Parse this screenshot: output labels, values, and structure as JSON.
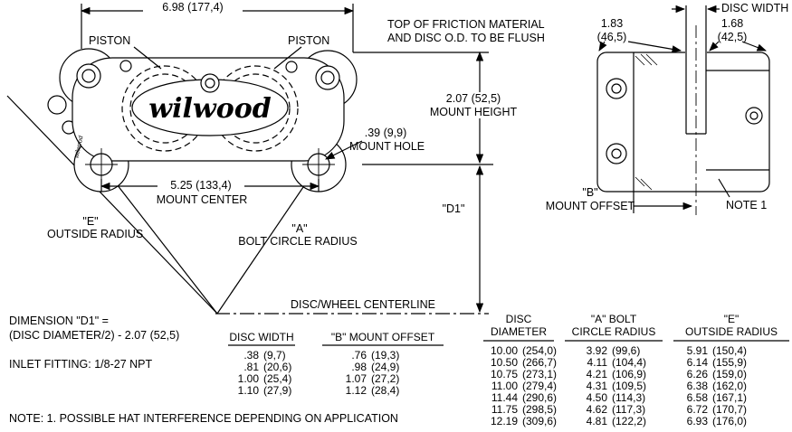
{
  "front_view": {
    "dim_overall": "6.98 (177,4)",
    "piston_left": "PISTON",
    "piston_right": "PISTON",
    "logo": "wilwood",
    "logo_small": "wilwood",
    "mount_center_value": "5.25 (133,4)",
    "mount_center_label": "MOUNT CENTER",
    "mount_hole_value": ".39 (9,9)",
    "mount_hole_label": "MOUNT HOLE",
    "e_ref": "\"E\"",
    "e_label": "OUTSIDE RADIUS",
    "a_ref": "\"A\"",
    "a_label": "BOLT CIRCLE RADIUS"
  },
  "center_annotations": {
    "flush_line1": "TOP OF FRICTION MATERIAL",
    "flush_line2": "AND DISC O.D. TO BE FLUSH",
    "mount_height_value": "2.07 (52,5)",
    "mount_height_label": "MOUNT HEIGHT",
    "d1_ref": "\"D1\"",
    "centerline": "DISC/WHEEL CENTERLINE"
  },
  "side_view": {
    "disc_width": "DISC WIDTH",
    "dim_left_value": "1.83",
    "dim_left_metric": "(46,5)",
    "dim_right_value": "1.68",
    "dim_right_metric": "(42,5)",
    "note1": "NOTE 1",
    "b_ref": "\"B\"",
    "b_label": "MOUNT OFFSET"
  },
  "notes": {
    "d1_line1": "DIMENSION \"D1\" =",
    "d1_line2": "(DISC DIAMETER/2) - 2.07 (52,5)",
    "inlet": "INLET FITTING: 1/8-27 NPT",
    "note1": "NOTE: 1. POSSIBLE HAT INTERFERENCE DEPENDING ON APPLICATION"
  },
  "offset_table": {
    "header_col1": "DISC WIDTH",
    "header_col2": "\"B\" MOUNT OFFSET",
    "rows": [
      [
        ".38",
        "(9,7)",
        ".76",
        "(19,3)"
      ],
      [
        ".81",
        "(20,6)",
        ".98",
        "(24,9)"
      ],
      [
        "1.00",
        "(25,4)",
        "1.07",
        "(27,2)"
      ],
      [
        "1.10",
        "(27,9)",
        "1.12",
        "(28,4)"
      ]
    ]
  },
  "radius_table": {
    "header_col1_line1": "DISC",
    "header_col1_line2": "DIAMETER",
    "header_col2_line1": "\"A\" BOLT",
    "header_col2_line2": "CIRCLE RADIUS",
    "header_col3_line1": "\"E\"",
    "header_col3_line2": "OUTSIDE RADIUS",
    "rows": [
      [
        "10.00",
        "(254,0)",
        "3.92",
        "(99,6)",
        "5.91",
        "(150,4)"
      ],
      [
        "10.50",
        "(266,7)",
        "4.11",
        "(104,4)",
        "6.14",
        "(155,9)"
      ],
      [
        "10.75",
        "(273,1)",
        "4.21",
        "(106,9)",
        "6.26",
        "(159,0)"
      ],
      [
        "11.00",
        "(279,4)",
        "4.31",
        "(109,5)",
        "6.38",
        "(162,0)"
      ],
      [
        "11.44",
        "(290,6)",
        "4.50",
        "(114,3)",
        "6.58",
        "(167,1)"
      ],
      [
        "11.75",
        "(298,5)",
        "4.62",
        "(117,3)",
        "6.72",
        "(170,7)"
      ],
      [
        "12.19",
        "(309,6)",
        "4.81",
        "(122,2)",
        "6.93",
        "(176,0)"
      ]
    ]
  },
  "colors": {
    "line": "#000000",
    "background": "#ffffff"
  }
}
